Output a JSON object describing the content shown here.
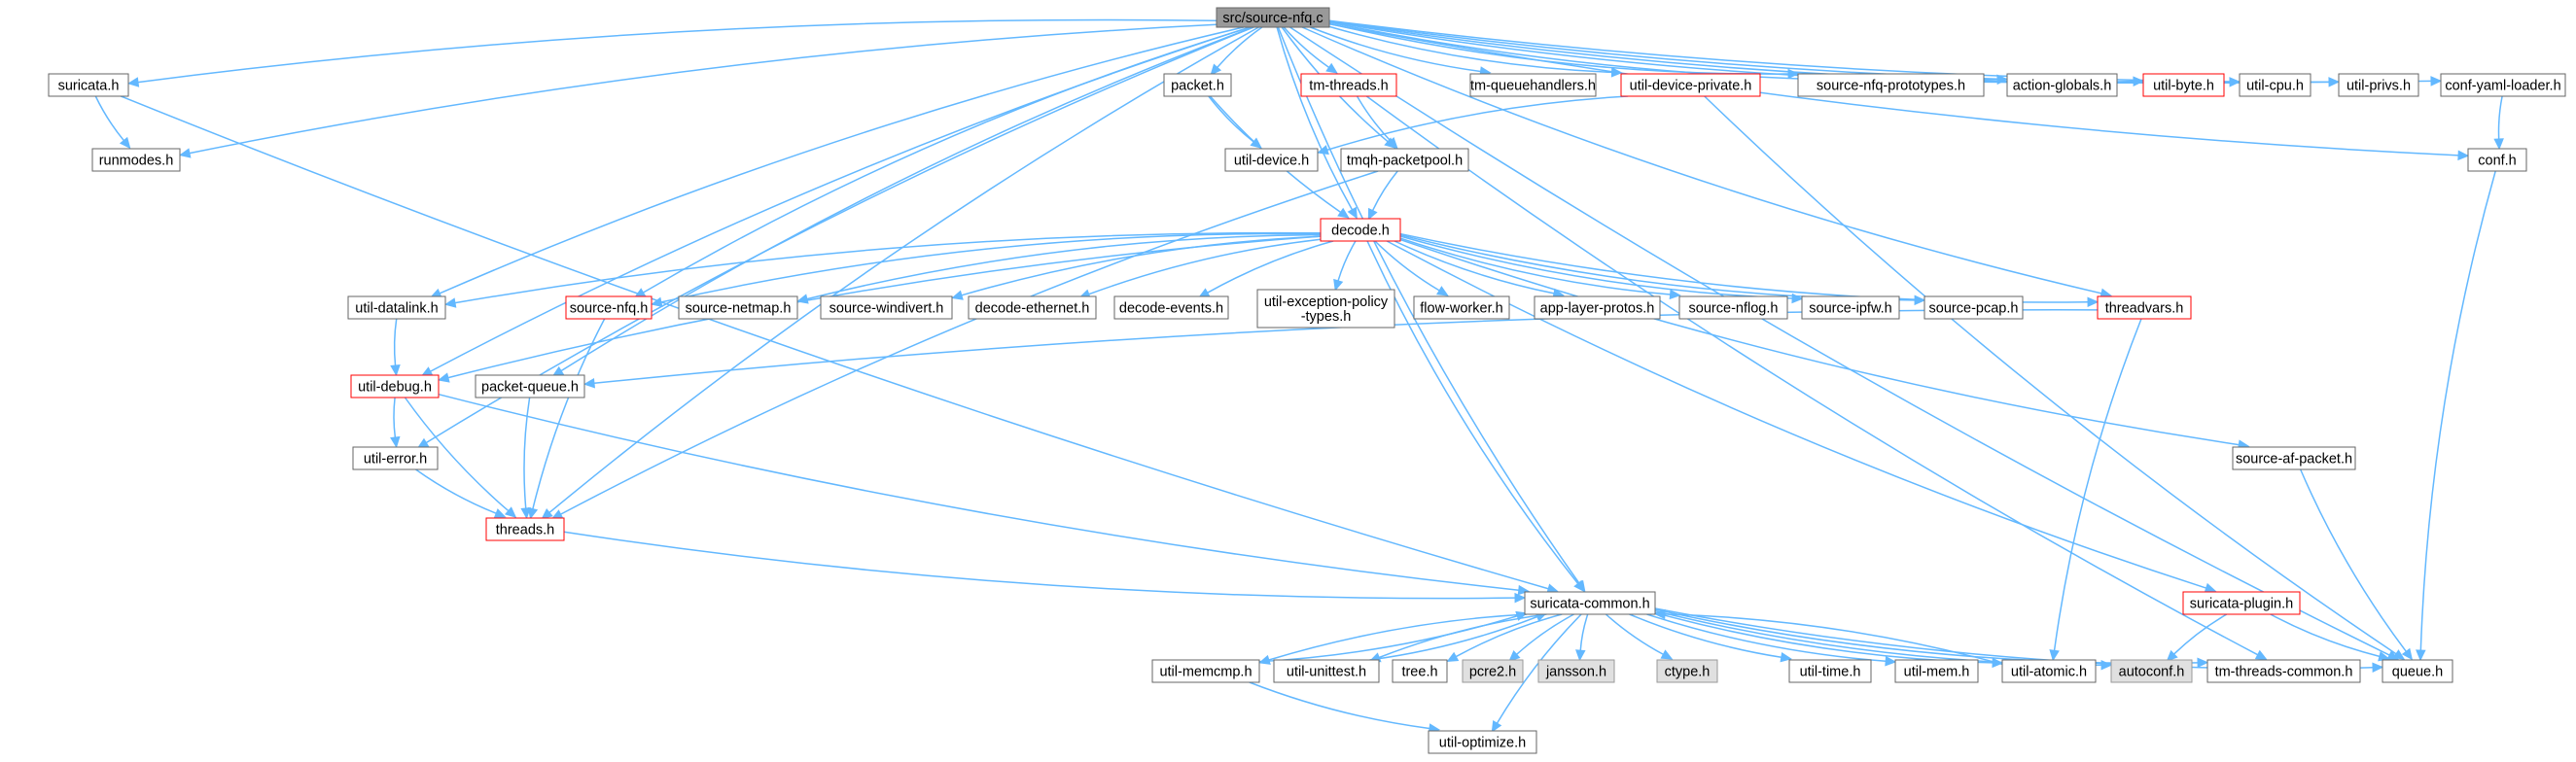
{
  "colors": {
    "edge": "#63b8ff",
    "root_fill": "#999999",
    "normal_border": "#666666",
    "incomplete_border": "#ff0000",
    "system_fill": "#e0e0e0",
    "system_border": "#999999"
  },
  "nodes": [
    {
      "id": "source_nfq_c",
      "label": "src/source-nfq.c",
      "kind": "root"
    },
    {
      "id": "suricata_h",
      "label": "suricata.h",
      "kind": "normal"
    },
    {
      "id": "runmodes_h",
      "label": "runmodes.h",
      "kind": "normal"
    },
    {
      "id": "packet_h",
      "label": "packet.h",
      "kind": "normal"
    },
    {
      "id": "tm_threads_h",
      "label": "tm-threads.h",
      "kind": "incomplete"
    },
    {
      "id": "tm_queuehandlers_h",
      "label": "tm-queuehandlers.h",
      "kind": "normal"
    },
    {
      "id": "util_device_private_h",
      "label": "util-device-private.h",
      "kind": "incomplete"
    },
    {
      "id": "source_nfq_prototypes_h",
      "label": "source-nfq-prototypes.h",
      "kind": "normal"
    },
    {
      "id": "action_globals_h",
      "label": "action-globals.h",
      "kind": "normal"
    },
    {
      "id": "util_byte_h",
      "label": "util-byte.h",
      "kind": "incomplete"
    },
    {
      "id": "util_cpu_h",
      "label": "util-cpu.h",
      "kind": "normal"
    },
    {
      "id": "util_privs_h",
      "label": "util-privs.h",
      "kind": "normal"
    },
    {
      "id": "conf_yaml_loader_h",
      "label": "conf-yaml-loader.h",
      "kind": "normal"
    },
    {
      "id": "util_device_h",
      "label": "util-device.h",
      "kind": "normal"
    },
    {
      "id": "tmqh_packetpool_h",
      "label": "tmqh-packetpool.h",
      "kind": "normal"
    },
    {
      "id": "conf_h",
      "label": "conf.h",
      "kind": "normal"
    },
    {
      "id": "decode_h",
      "label": "decode.h",
      "kind": "incomplete"
    },
    {
      "id": "util_datalink_h",
      "label": "util-datalink.h",
      "kind": "normal"
    },
    {
      "id": "source_nfq_h",
      "label": "source-nfq.h",
      "kind": "incomplete"
    },
    {
      "id": "source_netmap_h",
      "label": "source-netmap.h",
      "kind": "normal"
    },
    {
      "id": "source_windivert_h",
      "label": "source-windivert.h",
      "kind": "normal"
    },
    {
      "id": "decode_ethernet_h",
      "label": "decode-ethernet.h",
      "kind": "normal"
    },
    {
      "id": "decode_events_h",
      "label": "decode-events.h",
      "kind": "normal"
    },
    {
      "id": "util_exception_policy_types_h",
      "label": "util-exception-policy\n-types.h",
      "kind": "normal"
    },
    {
      "id": "flow_worker_h",
      "label": "flow-worker.h",
      "kind": "normal"
    },
    {
      "id": "app_layer_protos_h",
      "label": "app-layer-protos.h",
      "kind": "normal"
    },
    {
      "id": "source_nflog_h",
      "label": "source-nflog.h",
      "kind": "normal"
    },
    {
      "id": "source_ipfw_h",
      "label": "source-ipfw.h",
      "kind": "normal"
    },
    {
      "id": "source_pcap_h",
      "label": "source-pcap.h",
      "kind": "normal"
    },
    {
      "id": "threadvars_h",
      "label": "threadvars.h",
      "kind": "incomplete"
    },
    {
      "id": "util_debug_h",
      "label": "util-debug.h",
      "kind": "incomplete"
    },
    {
      "id": "packet_queue_h",
      "label": "packet-queue.h",
      "kind": "normal"
    },
    {
      "id": "source_af_packet_h",
      "label": "source-af-packet.h",
      "kind": "normal"
    },
    {
      "id": "util_error_h",
      "label": "util-error.h",
      "kind": "normal"
    },
    {
      "id": "threads_h",
      "label": "threads.h",
      "kind": "incomplete"
    },
    {
      "id": "suricata_common_h",
      "label": "suricata-common.h",
      "kind": "normal"
    },
    {
      "id": "suricata_plugin_h",
      "label": "suricata-plugin.h",
      "kind": "incomplete"
    },
    {
      "id": "util_memcmp_h",
      "label": "util-memcmp.h",
      "kind": "normal"
    },
    {
      "id": "util_unittest_h",
      "label": "util-unittest.h",
      "kind": "normal"
    },
    {
      "id": "tree_h",
      "label": "tree.h",
      "kind": "normal"
    },
    {
      "id": "pcre2_h",
      "label": "pcre2.h",
      "kind": "system"
    },
    {
      "id": "jansson_h",
      "label": "jansson.h",
      "kind": "system"
    },
    {
      "id": "ctype_h",
      "label": "ctype.h",
      "kind": "system"
    },
    {
      "id": "util_time_h",
      "label": "util-time.h",
      "kind": "normal"
    },
    {
      "id": "util_mem_h",
      "label": "util-mem.h",
      "kind": "normal"
    },
    {
      "id": "util_atomic_h",
      "label": "util-atomic.h",
      "kind": "normal"
    },
    {
      "id": "autoconf_h",
      "label": "autoconf.h",
      "kind": "system"
    },
    {
      "id": "tm_threads_common_h",
      "label": "tm-threads-common.h",
      "kind": "normal"
    },
    {
      "id": "queue_h",
      "label": "queue.h",
      "kind": "normal"
    },
    {
      "id": "util_optimize_h",
      "label": "util-optimize.h",
      "kind": "normal"
    }
  ],
  "edges": [
    [
      "source_nfq_c",
      "suricata_h"
    ],
    [
      "source_nfq_c",
      "runmodes_h"
    ],
    [
      "source_nfq_c",
      "packet_h"
    ],
    [
      "source_nfq_c",
      "tm_threads_h"
    ],
    [
      "source_nfq_c",
      "tm_queuehandlers_h"
    ],
    [
      "source_nfq_c",
      "util_device_private_h"
    ],
    [
      "source_nfq_c",
      "source_nfq_prototypes_h"
    ],
    [
      "source_nfq_c",
      "action_globals_h"
    ],
    [
      "source_nfq_c",
      "util_byte_h"
    ],
    [
      "source_nfq_c",
      "util_cpu_h"
    ],
    [
      "source_nfq_c",
      "util_privs_h"
    ],
    [
      "source_nfq_c",
      "conf_yaml_loader_h"
    ],
    [
      "source_nfq_c",
      "tmqh_packetpool_h"
    ],
    [
      "source_nfq_c",
      "decode_h"
    ],
    [
      "source_nfq_c",
      "util_datalink_h"
    ],
    [
      "source_nfq_c",
      "source_nfq_h"
    ],
    [
      "source_nfq_c",
      "util_debug_h"
    ],
    [
      "source_nfq_c",
      "packet_queue_h"
    ],
    [
      "source_nfq_c",
      "util_error_h"
    ],
    [
      "source_nfq_c",
      "threads_h"
    ],
    [
      "source_nfq_c",
      "suricata_common_h"
    ],
    [
      "source_nfq_c",
      "threadvars_h"
    ],
    [
      "source_nfq_c",
      "queue_h"
    ],
    [
      "source_nfq_c",
      "conf_h"
    ],
    [
      "suricata_h",
      "runmodes_h"
    ],
    [
      "suricata_h",
      "suricata_common_h"
    ],
    [
      "packet_h",
      "util_device_h"
    ],
    [
      "packet_h",
      "decode_h"
    ],
    [
      "tm_threads_h",
      "tmqh_packetpool_h"
    ],
    [
      "tm_threads_h",
      "tm_threads_common_h"
    ],
    [
      "util_device_private_h",
      "util_device_h"
    ],
    [
      "util_device_private_h",
      "queue_h"
    ],
    [
      "conf_yaml_loader_h",
      "conf_h"
    ],
    [
      "conf_h",
      "queue_h"
    ],
    [
      "tmqh_packetpool_h",
      "decode_h"
    ],
    [
      "tmqh_packetpool_h",
      "threads_h"
    ],
    [
      "decode_h",
      "util_datalink_h"
    ],
    [
      "decode_h",
      "source_nfq_h"
    ],
    [
      "decode_h",
      "source_netmap_h"
    ],
    [
      "decode_h",
      "source_windivert_h"
    ],
    [
      "decode_h",
      "decode_ethernet_h"
    ],
    [
      "decode_h",
      "decode_events_h"
    ],
    [
      "decode_h",
      "util_exception_policy_types_h"
    ],
    [
      "decode_h",
      "flow_worker_h"
    ],
    [
      "decode_h",
      "app_layer_protos_h"
    ],
    [
      "decode_h",
      "source_nflog_h"
    ],
    [
      "decode_h",
      "source_ipfw_h"
    ],
    [
      "decode_h",
      "source_pcap_h"
    ],
    [
      "decode_h",
      "threadvars_h"
    ],
    [
      "decode_h",
      "util_debug_h"
    ],
    [
      "decode_h",
      "source_af_packet_h"
    ],
    [
      "decode_h",
      "suricata_plugin_h"
    ],
    [
      "decode_h",
      "suricata_common_h"
    ],
    [
      "util_datalink_h",
      "util_debug_h"
    ],
    [
      "source_nfq_h",
      "threads_h"
    ],
    [
      "threadvars_h",
      "packet_queue_h"
    ],
    [
      "threadvars_h",
      "util_atomic_h"
    ],
    [
      "util_debug_h",
      "util_error_h"
    ],
    [
      "util_debug_h",
      "threads_h"
    ],
    [
      "util_debug_h",
      "suricata_common_h"
    ],
    [
      "packet_queue_h",
      "threads_h"
    ],
    [
      "util_error_h",
      "threads_h"
    ],
    [
      "threads_h",
      "suricata_common_h"
    ],
    [
      "source_af_packet_h",
      "queue_h"
    ],
    [
      "suricata_plugin_h",
      "autoconf_h"
    ],
    [
      "suricata_plugin_h",
      "queue_h"
    ],
    [
      "suricata_common_h",
      "util_memcmp_h"
    ],
    [
      "suricata_common_h",
      "util_unittest_h"
    ],
    [
      "suricata_common_h",
      "tree_h"
    ],
    [
      "suricata_common_h",
      "pcre2_h"
    ],
    [
      "suricata_common_h",
      "jansson_h"
    ],
    [
      "suricata_common_h",
      "ctype_h"
    ],
    [
      "suricata_common_h",
      "util_time_h"
    ],
    [
      "suricata_common_h",
      "util_mem_h"
    ],
    [
      "suricata_common_h",
      "util_atomic_h"
    ],
    [
      "suricata_common_h",
      "autoconf_h"
    ],
    [
      "suricata_common_h",
      "tm_threads_common_h"
    ],
    [
      "suricata_common_h",
      "queue_h"
    ],
    [
      "suricata_common_h",
      "util_optimize_h"
    ],
    [
      "util_memcmp_h",
      "suricata_common_h"
    ],
    [
      "util_memcmp_h",
      "util_optimize_h"
    ],
    [
      "util_unittest_h",
      "suricata_common_h"
    ],
    [
      "util_atomic_h",
      "suricata_common_h"
    ]
  ]
}
